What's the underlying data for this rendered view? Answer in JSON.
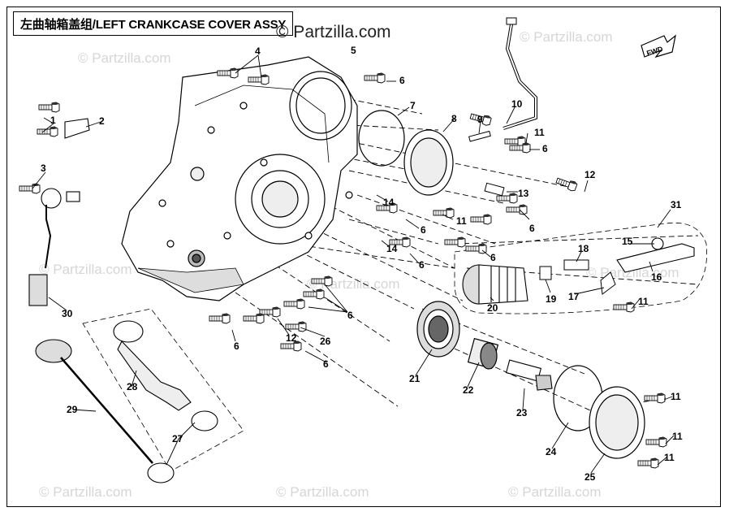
{
  "title": "左曲轴箱盖组/LEFT CRANKCASE COVER ASSY",
  "watermark_main": "© Partzilla.com",
  "watermark_faint": "© Partzilla.com",
  "fwd_label": "FWD",
  "callouts": [
    {
      "id": "c1",
      "label": "1"
    },
    {
      "id": "c2",
      "label": "2"
    },
    {
      "id": "c3",
      "label": "3"
    },
    {
      "id": "c4",
      "label": "4"
    },
    {
      "id": "c5",
      "label": "5"
    },
    {
      "id": "c6a",
      "label": "6"
    },
    {
      "id": "c6b",
      "label": "6"
    },
    {
      "id": "c6c",
      "label": "6"
    },
    {
      "id": "c6d",
      "label": "6"
    },
    {
      "id": "c6e",
      "label": "6"
    },
    {
      "id": "c6f",
      "label": "6"
    },
    {
      "id": "c6g",
      "label": "6"
    },
    {
      "id": "c6h",
      "label": "6"
    },
    {
      "id": "c6i",
      "label": "6"
    },
    {
      "id": "c7",
      "label": "7"
    },
    {
      "id": "c8",
      "label": "8"
    },
    {
      "id": "c9",
      "label": "9"
    },
    {
      "id": "c10",
      "label": "10"
    },
    {
      "id": "c11a",
      "label": "11"
    },
    {
      "id": "c11b",
      "label": "11"
    },
    {
      "id": "c11c",
      "label": "11"
    },
    {
      "id": "c11d",
      "label": "11"
    },
    {
      "id": "c11e",
      "label": "11"
    },
    {
      "id": "c11f",
      "label": "11"
    },
    {
      "id": "c12a",
      "label": "12"
    },
    {
      "id": "c12b",
      "label": "12"
    },
    {
      "id": "c13",
      "label": "13"
    },
    {
      "id": "c14a",
      "label": "14"
    },
    {
      "id": "c14b",
      "label": "14"
    },
    {
      "id": "c15",
      "label": "15"
    },
    {
      "id": "c16",
      "label": "16"
    },
    {
      "id": "c17",
      "label": "17"
    },
    {
      "id": "c18",
      "label": "18"
    },
    {
      "id": "c19",
      "label": "19"
    },
    {
      "id": "c20",
      "label": "20"
    },
    {
      "id": "c21",
      "label": "21"
    },
    {
      "id": "c22",
      "label": "22"
    },
    {
      "id": "c23",
      "label": "23"
    },
    {
      "id": "c24",
      "label": "24"
    },
    {
      "id": "c25",
      "label": "25"
    },
    {
      "id": "c26",
      "label": "26"
    },
    {
      "id": "c27",
      "label": "27"
    },
    {
      "id": "c28",
      "label": "28"
    },
    {
      "id": "c29",
      "label": "29"
    },
    {
      "id": "c30",
      "label": "30"
    },
    {
      "id": "c31",
      "label": "31"
    }
  ]
}
